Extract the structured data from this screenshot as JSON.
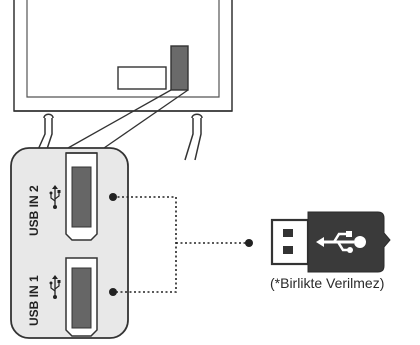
{
  "ports": [
    {
      "label": "USB IN 2",
      "icon": "usb-trident-icon"
    },
    {
      "label": "USB IN 1",
      "icon": "usb-trident-icon"
    }
  ],
  "device": {
    "icon": "usb-drive-icon"
  },
  "caption": "(*Birlikte Verilmez)",
  "colors": {
    "outline": "#333333",
    "panel": "#e8e8e8",
    "port_dark": "#555555",
    "drive_body": "#3a3a3a"
  }
}
